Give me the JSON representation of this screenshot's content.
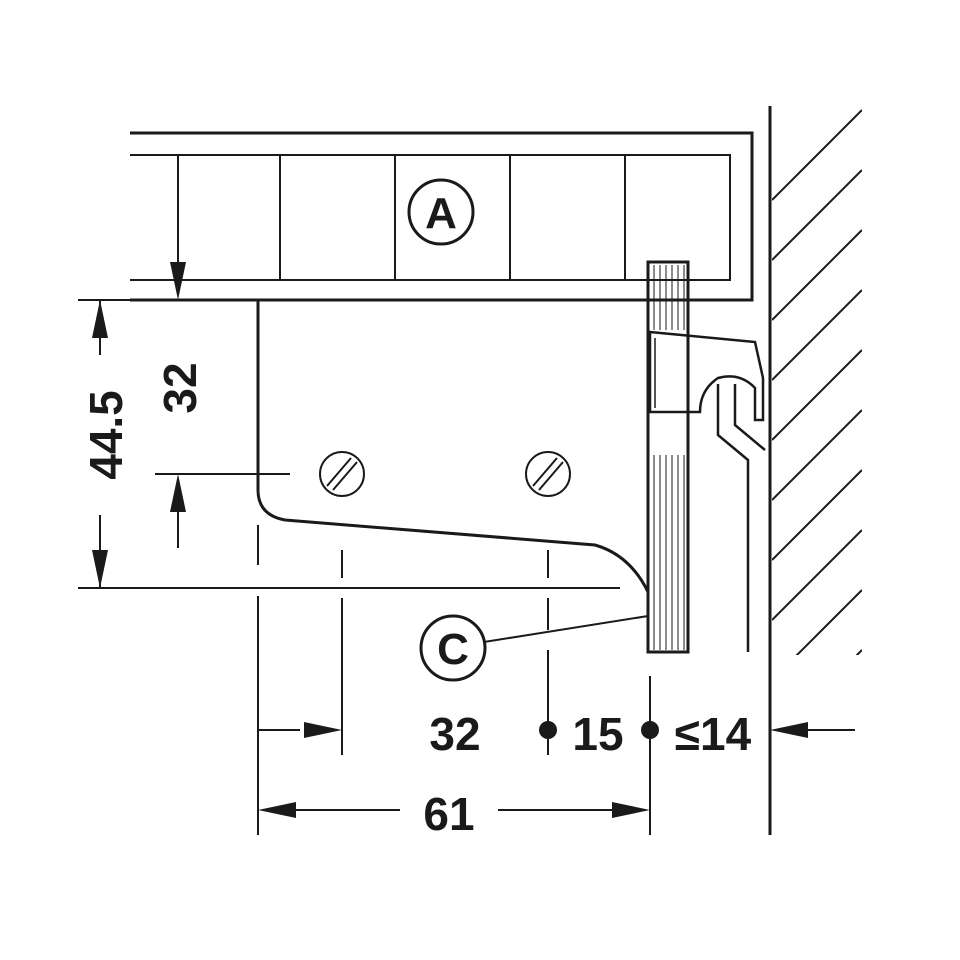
{
  "callouts": {
    "a": "A",
    "c": "C"
  },
  "dimensions": {
    "height_total": "44.5",
    "height_holes": "32",
    "hole_spacing": "32",
    "hole_offset": "15",
    "gap_max": "≤14",
    "overall_width": "61"
  },
  "colors": {
    "line": "#1a1a1a",
    "background": "#ffffff"
  }
}
